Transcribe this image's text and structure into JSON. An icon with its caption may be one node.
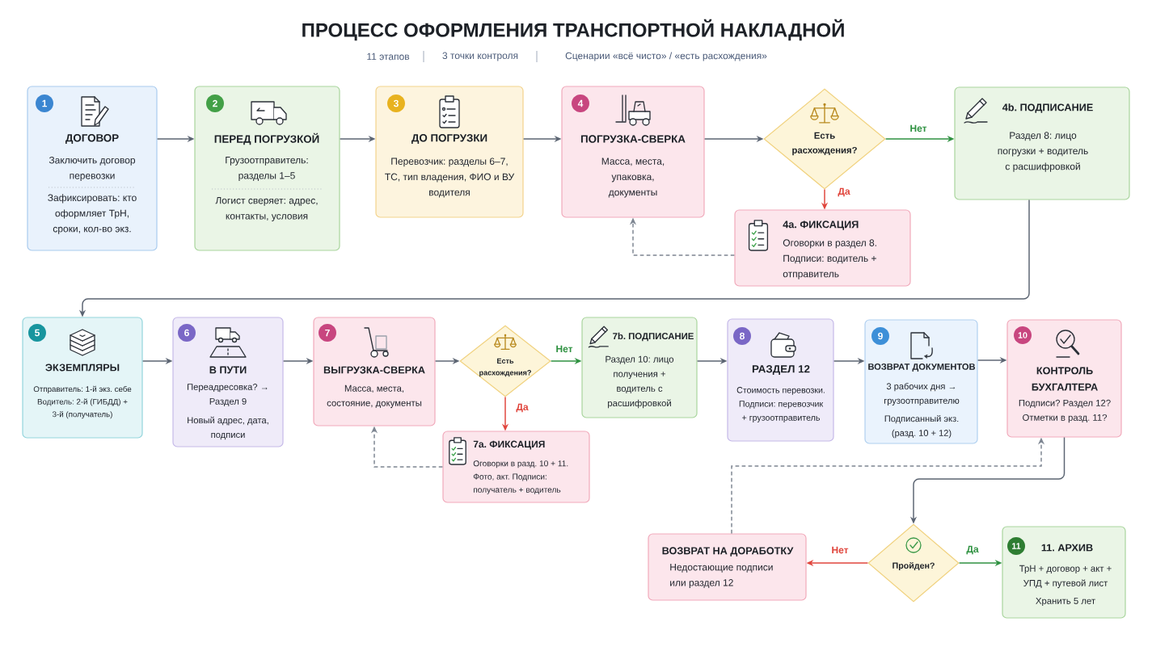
{
  "diagram": {
    "title": "ПРОЦЕСС ОФОРМЛЕНИЯ ТРАНСПОРТНОЙ НАКЛАДНОЙ",
    "nodes": [
      {
        "text": [
          "1",
          "ДОГОВОР",
          "Заключить договор перевозки",
          "Зафиксировать: кто оформляет ТрН, сроки, кол-во экз."
        ]
      },
      {
        "text": [
          "2",
          "ПЕРЕД ПОГРУЗКОЙ",
          "Грузоотправитель: разделы 1–5",
          "Логист сверяет: адрес, контакты, условия"
        ]
      },
      {
        "text": [
          "3",
          "ДО ПОГРУЗКИ",
          "Перевозчик: разделы 6–7, ТС, тип владения, ФИО и ВУ водителя"
        ]
      },
      {
        "text": [
          "4",
          "ПОГРУЗКА-СВЕРКА",
          "Масса, места, упаковка, документы"
        ]
      },
      {
        "text": [
          "Есть расхождения?"
        ]
      },
      {
        "text": [
          "4b. ПОДПИСАНИЕ",
          "Раздел 8: лицо погрузки + водитель с расшифровкой"
        ]
      },
      {
        "text": [
          "4a. ФИКСАЦИЯ",
          "Оговорки в раздел 8. Подписи: водитель + отправитель"
        ]
      },
      {
        "text": [
          "5",
          "ЭКЗЕМПЛЯРЫ",
          "Отправитель: 1-й экз. себе Водитель: 2-й (ГИБДД) + 3-й (получатель)"
        ]
      },
      {
        "text": [
          "6",
          "В ПУТИ",
          "Переадресовка? → Раздел 9",
          "Новый адрес, дата, подписи"
        ]
      },
      {
        "text": [
          "7",
          "ВЫГРУЗКА-СВЕРКА",
          "Масса, места, состояние, документы"
        ]
      },
      {
        "text": [
          "Есть расхождения?"
        ]
      },
      {
        "text": [
          "7b. ПОДПИСАНИЕ",
          "Раздел 10: лицо получения + водитель с расшифровкой"
        ]
      },
      {
        "text": [
          "7a. ФИКСАЦИЯ",
          "Оговорки в разд. 10 + 11. Фото, акт. Подписи: получатель + водитель"
        ]
      },
      {
        "text": [
          "8",
          "РАЗДЕЛ 12",
          "Стоимость перевозки. Подписи: перевозчик + грузоотправитель"
        ]
      },
      {
        "text": [
          "9",
          "ВОЗВРАТ ДОКУМЕНТОВ",
          "3 рабочих дня → грузоотправителю",
          "Подписанный экз. (разд. 10 + 12)"
        ]
      },
      {
        "text": [
          "10",
          "КОНТРОЛЬ БУХГАЛТЕРА",
          "Подписи? Раздел 12? Отметки в разд. 11?"
        ]
      },
      {
        "text": [
          "ВОЗВРАТ НА ДОРАБОТКУ",
          "Недостающие подписи или раздел 12"
        ]
      },
      {
        "text": [
          "Пройден?"
        ]
      },
      {
        "text": [
          "11",
          "11. АРХИВ",
          "ТрН + договор + акт + УПД + путевой лист",
          "Хранить 5 лет"
        ]
      }
    ],
    "edges": [
      {
        "from": 0,
        "to": 1,
        "arrow": "to"
      },
      {
        "from": 1,
        "to": 2,
        "arrow": "to"
      },
      {
        "from": 2,
        "to": 3,
        "arrow": "to"
      },
      {
        "from": 3,
        "to": 4,
        "arrow": "to"
      },
      {
        "from": 4,
        "to": 5,
        "arrow": "to",
        "label": "Нет",
        "color": "#2e9140"
      },
      {
        "from": 4,
        "to": 6,
        "arrow": "to",
        "label": "Да",
        "color": "#e0453c"
      },
      {
        "from": 6,
        "to": 3,
        "arrow": "to",
        "style": "dashed"
      },
      {
        "from": 5,
        "to": 7,
        "arrow": "to"
      },
      {
        "from": 7,
        "to": 8,
        "arrow": "to"
      },
      {
        "from": 8,
        "to": 9,
        "arrow": "to"
      },
      {
        "from": 9,
        "to": 10,
        "arrow": "to"
      },
      {
        "from": 10,
        "to": 11,
        "arrow": "to",
        "label": "Нет",
        "color": "#2e9140"
      },
      {
        "from": 10,
        "to": 12,
        "arrow": "to",
        "label": "Да",
        "color": "#e0453c"
      },
      {
        "from": 12,
        "to": 9,
        "arrow": "to",
        "style": "dashed"
      },
      {
        "from": 11,
        "to": 13,
        "arrow": "to"
      },
      {
        "from": 13,
        "to": 14,
        "arrow": "to"
      },
      {
        "from": 14,
        "to": 15,
        "arrow": "to"
      },
      {
        "from": 15,
        "to": 17,
        "arrow": "to"
      },
      {
        "from": 17,
        "to": 16,
        "arrow": "to",
        "label": "Нет",
        "color": "#e0453c"
      },
      {
        "from": 17,
        "to": 18,
        "arrow": "to",
        "label": "Да",
        "color": "#2e9140"
      },
      {
        "from": 16,
        "to": 15,
        "arrow": "to",
        "style": "dashed"
      }
    ],
    "labels": [
      "11 этапов",
      "3 точки контроля",
      "Сценарии «всё чисто» / «есть расхождения»"
    ]
  }
}
